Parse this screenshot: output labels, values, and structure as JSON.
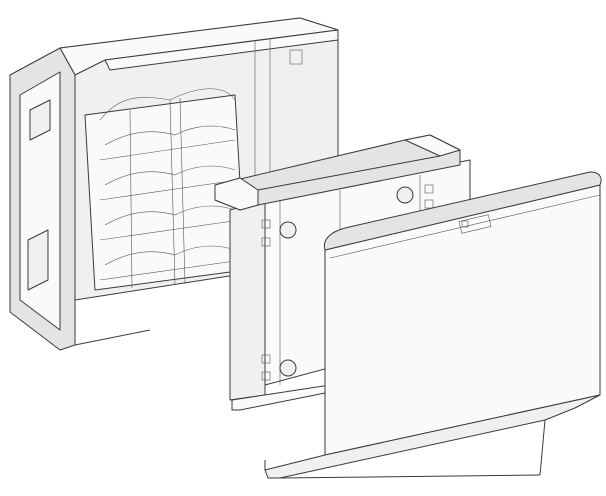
{
  "colors": {
    "background": "#ffffff",
    "line": "#3a3a3a",
    "shade": "#e4e4e4"
  },
  "parts": [
    "enclosure-box",
    "connector-unit",
    "front-cover"
  ]
}
